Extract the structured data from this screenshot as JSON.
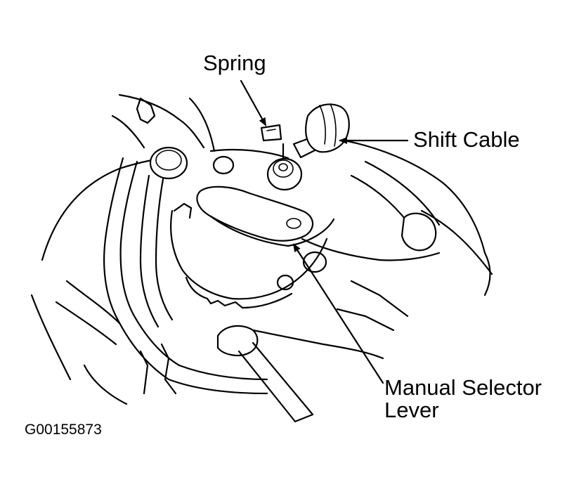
{
  "labels": {
    "spring": "Spring",
    "shift_cable": "Shift Cable",
    "manual_selector_line1": "Manual Selector",
    "manual_selector_line2": "Lever"
  },
  "figure_code": "G00155873"
}
